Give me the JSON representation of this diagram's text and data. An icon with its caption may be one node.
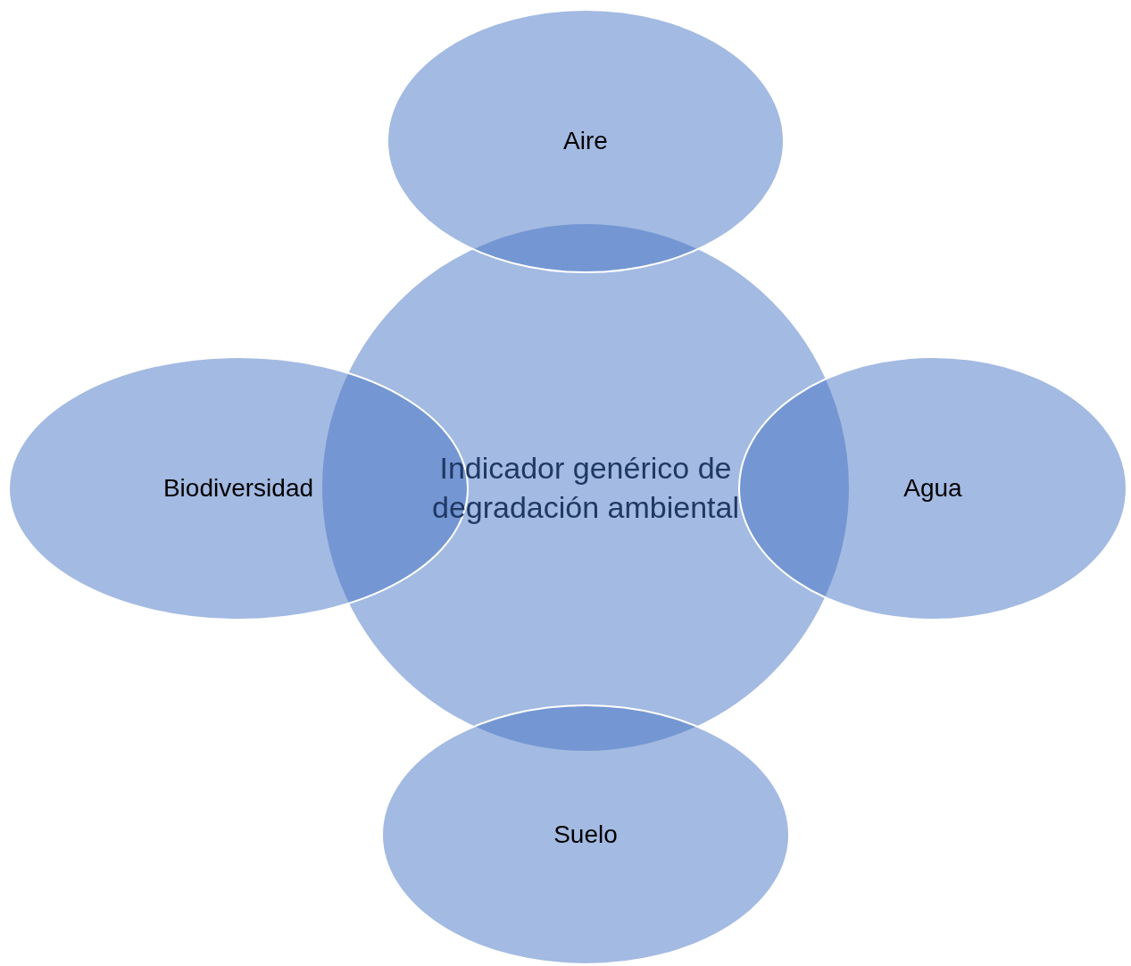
{
  "diagram": {
    "nodes": [
      {
        "text": [
          "Aire"
        ]
      },
      {
        "text": [
          "Biodiversidad"
        ]
      },
      {
        "text": [
          "Indicador genérico de degradación ambiental"
        ]
      },
      {
        "text": [
          "Agua"
        ]
      },
      {
        "text": [
          "Suelo"
        ]
      }
    ]
  }
}
